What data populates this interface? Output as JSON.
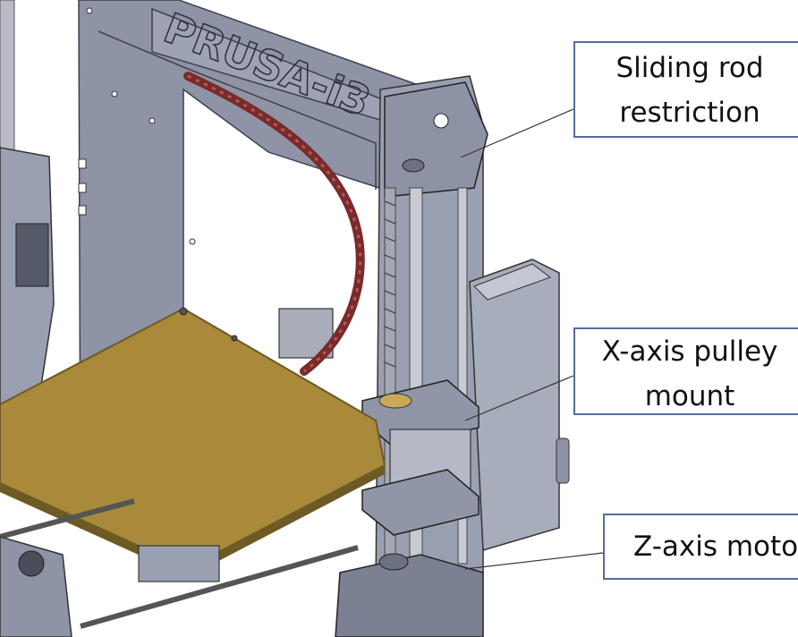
{
  "logo_text": "PRUSA-i3",
  "callouts": {
    "sliding_rod": {
      "line1": "Sliding rod",
      "line2": "restriction"
    },
    "x_axis_pulley": {
      "line1": "X-axis pulley",
      "line2": "mount"
    },
    "z_axis_motor": {
      "line1": "Z-axis moto"
    }
  },
  "colors": {
    "frame": "#8e94a6",
    "frame_dark": "#5e6376",
    "bed": "#a88a3a",
    "bed_edge": "#6d5a24",
    "cable": "#7a2a2a",
    "callout_border": "#4f6fa0"
  }
}
